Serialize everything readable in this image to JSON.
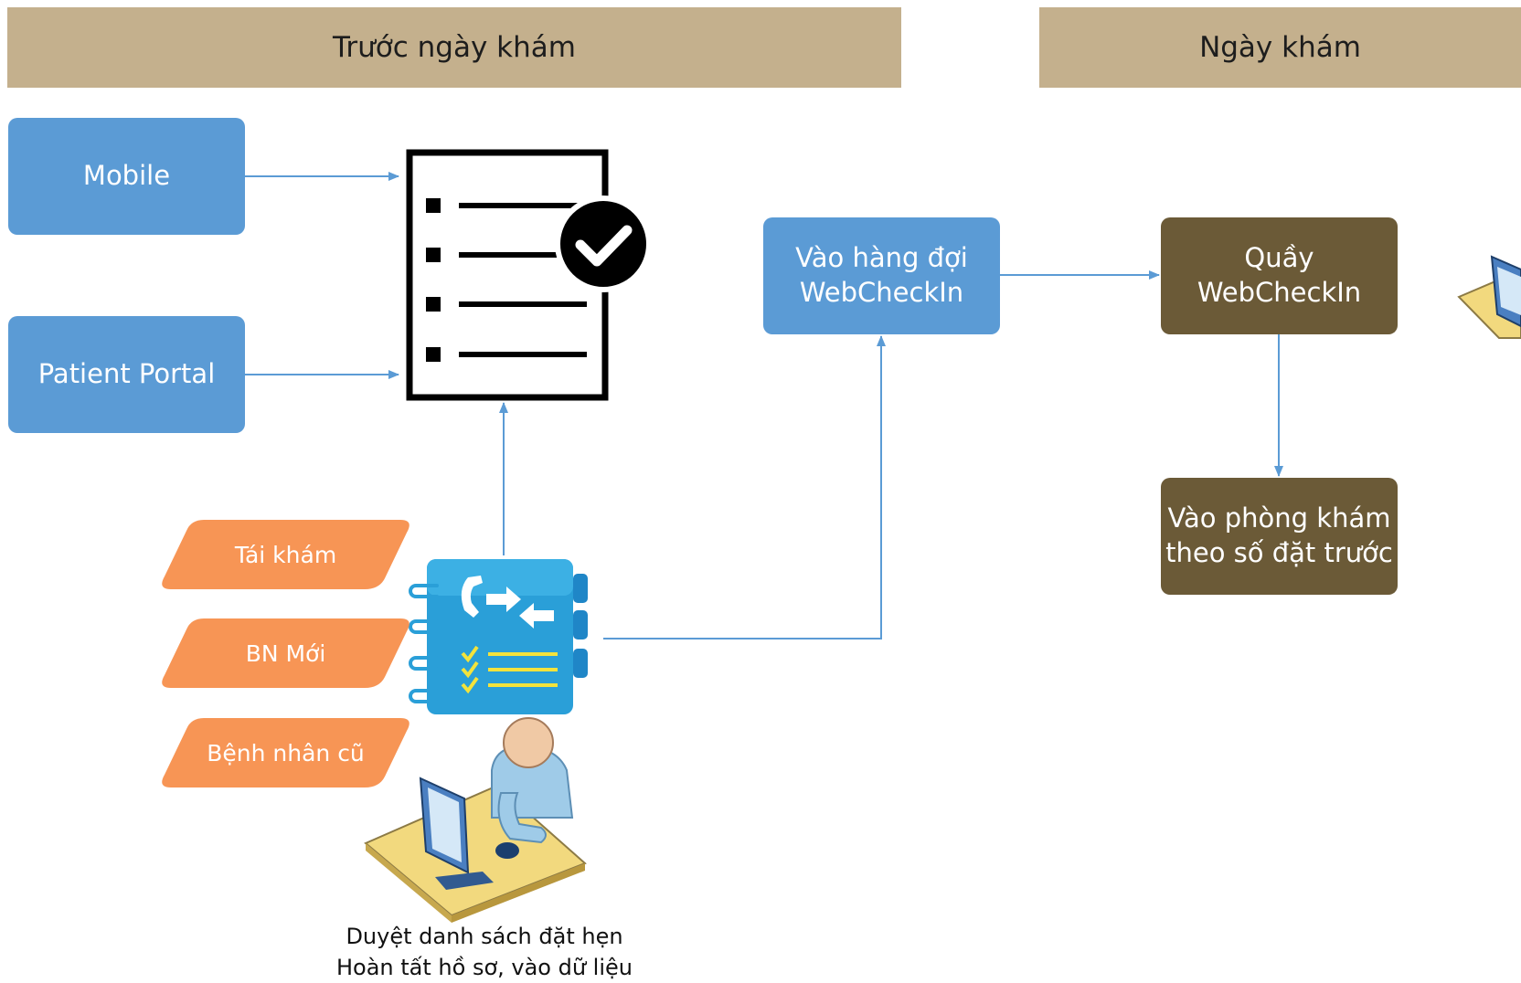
{
  "headers": {
    "left": "Trước ngày khám",
    "right": "Ngày khám"
  },
  "boxes": {
    "mobile": "Mobile",
    "patient_portal": "Patient Portal",
    "queue_line1": "Vào hàng đợi",
    "queue_line2": "WebCheckIn",
    "counter_line1": "Quầy",
    "counter_line2": "WebCheckIn",
    "room_line1": "Vào phòng khám",
    "room_line2": "theo số đặt trước"
  },
  "patient_types": [
    "Tái khám",
    "BN Mới",
    "Bệnh nhân cũ"
  ],
  "caption": {
    "line1": "Duyệt danh sách đặt hẹn",
    "line2": "Hoàn tất hồ sơ, vào dữ liệu"
  },
  "colors": {
    "header_bg": "#c4b08d",
    "blue_box": "#5b9bd5",
    "brown_box": "#6b5a37",
    "orange_tag": "#f79555",
    "arrow": "#5b9bd5"
  },
  "icons": [
    "checklist-icon",
    "contact-book-icon",
    "receptionist-icon"
  ]
}
